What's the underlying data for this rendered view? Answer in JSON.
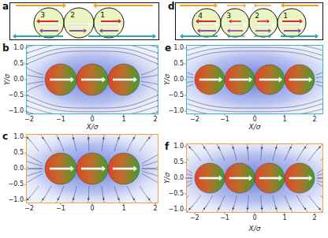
{
  "diagram": {
    "nodes": [
      {
        "text": [
          "a"
        ]
      },
      {
        "text": [
          "3"
        ],
        "in": 0
      },
      {
        "text": [
          "2"
        ],
        "in": 0
      },
      {
        "text": [
          "1"
        ],
        "in": 0
      },
      {
        "text": [
          "d"
        ]
      },
      {
        "text": [
          "4"
        ],
        "in": 4
      },
      {
        "text": [
          "3"
        ],
        "in": 4
      },
      {
        "text": [
          "2"
        ],
        "in": 4
      },
      {
        "text": [
          "1"
        ],
        "in": 4
      },
      {
        "text": [
          "b"
        ]
      },
      {
        "text": [
          "e"
        ]
      },
      {
        "text": [
          "c"
        ]
      },
      {
        "text": [
          "f"
        ]
      }
    ],
    "labels": [
      "1.0",
      "0.5",
      "0.0",
      "−0.5",
      "−1.0",
      "−2",
      "−1",
      "0",
      "1",
      "2",
      "Y/σ",
      "X/σ",
      "1.0",
      "0.5",
      "0.0",
      "−0.5",
      "−1.0",
      "−2",
      "−1",
      "0",
      "1",
      "2",
      "Y/σ",
      "X/σ",
      "1.0",
      "0.5",
      "0.0",
      "−0.5",
      "−1.0",
      "−2",
      "−1",
      "0",
      "1",
      "2",
      "1.0",
      "0.5",
      "0.0",
      "−0.5",
      "−1.0",
      "−2",
      "−1",
      "0",
      "1",
      "2",
      "Y/σ",
      "X/σ"
    ]
  }
}
